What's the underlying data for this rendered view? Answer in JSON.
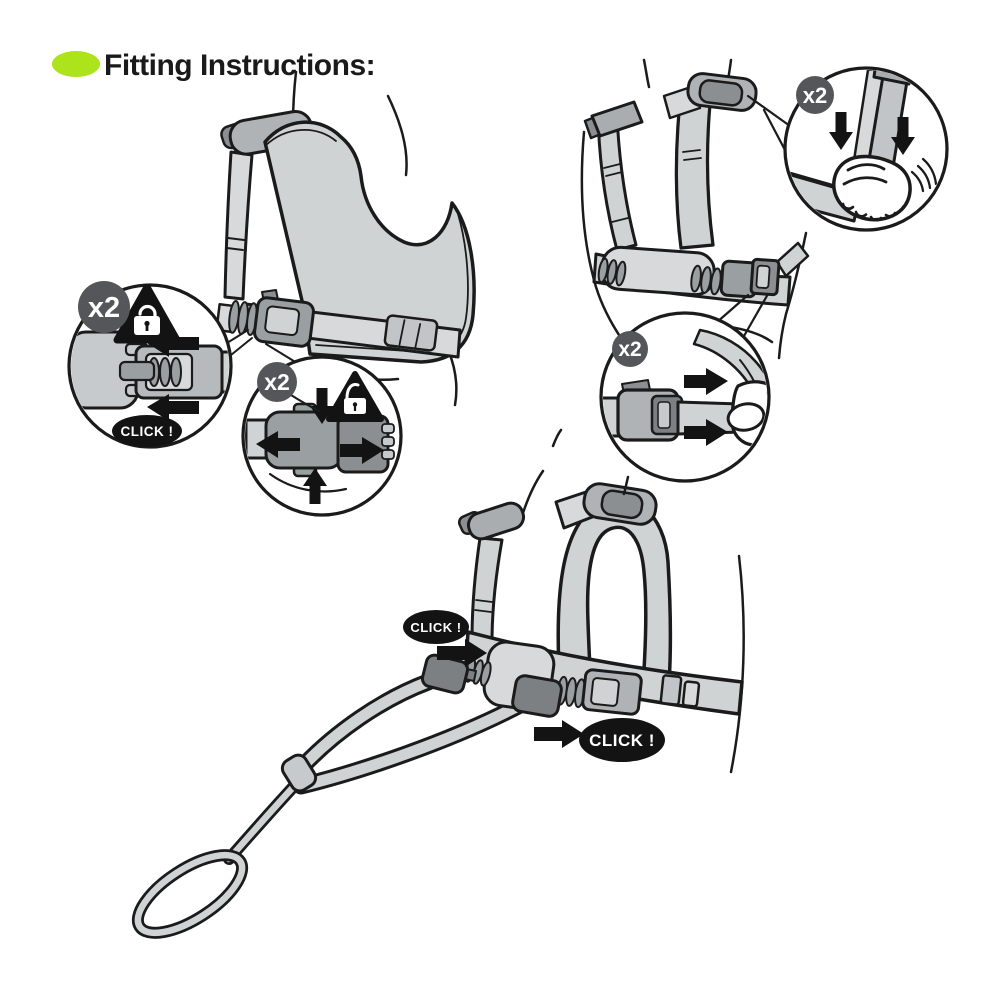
{
  "title": {
    "text": "Fitting Instructions:",
    "bullet_color": "#ace31a"
  },
  "callouts": {
    "repeat_badges": [
      {
        "location": "chest-buckle-fasten",
        "text": "x2"
      },
      {
        "location": "chest-buckle-release",
        "text": "x2"
      },
      {
        "location": "shoulder-strap-tighten",
        "text": "x2"
      },
      {
        "location": "waist-buckle-insert",
        "text": "x2"
      }
    ],
    "click_labels": [
      {
        "location": "chest-buckle",
        "text": "CLICK !"
      },
      {
        "location": "rein-side-attachment",
        "text": "CLICK !"
      },
      {
        "location": "rein-centre-attachment",
        "text": "CLICK !"
      }
    ]
  },
  "icons": {
    "title-bullet-icon": "green-ellipse",
    "warning-lock-icon": "black-triangle-with-closed-padlock",
    "warning-unlock-icon": "black-triangle-with-open-padlock",
    "arrow-left-icon": "solid-black-arrow",
    "arrow-right-icon": "solid-black-arrow",
    "arrow-up-icon": "solid-black-arrow",
    "arrow-down-icon": "solid-black-arrow",
    "repeat-badge": "dark-circle-x2",
    "click-badge": "black-oval-CLICK",
    "hand-icon": "hand-pulling-strap"
  },
  "colors": {
    "background": "#ffffff",
    "outline": "#1b1b1b",
    "strap_light": "#d7d9da",
    "panel_gray": "#d0d3d4",
    "pad_gray": "#b0b3b5",
    "buckle_mid": "#9aa0a2",
    "buckle_dark": "#7c8083",
    "badge_bg": "#545659",
    "label_bg": "#131313",
    "label_text": "#ffffff",
    "bullet_green": "#ace31a"
  }
}
